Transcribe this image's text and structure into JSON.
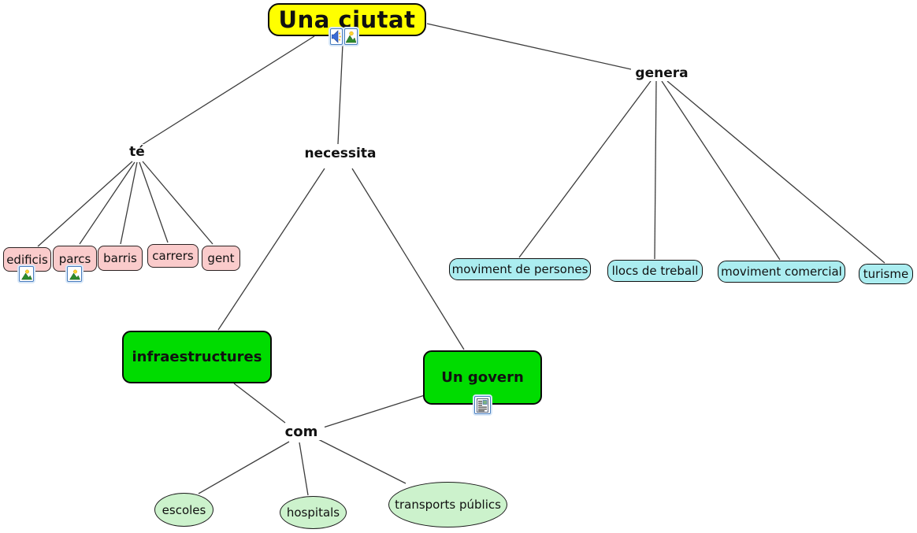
{
  "app": {
    "kind": "concept-map",
    "language": "ca",
    "background": "#FFFFFF"
  },
  "concepts": {
    "root": "Una ciutat",
    "pink": [
      "edificis",
      "parcs",
      "barris",
      "carrers",
      "gent"
    ],
    "cyan": [
      "moviment de persones",
      "llocs de treball",
      "moviment comercial",
      "turisme"
    ],
    "green": [
      "infraestructures",
      "Un govern"
    ],
    "ellipse": [
      "escoles",
      "hospitals",
      "transports públics"
    ]
  },
  "links": {
    "te": "té",
    "necessita": "necessita",
    "genera": "genera",
    "com": "com"
  },
  "edges": [
    {
      "from": "Una ciutat",
      "via": "té",
      "to": [
        "edificis",
        "parcs",
        "barris",
        "carrers",
        "gent"
      ]
    },
    {
      "from": "Una ciutat",
      "via": "necessita",
      "to": [
        "infraestructures",
        "Un govern"
      ]
    },
    {
      "from": "Una ciutat",
      "via": "genera",
      "to": [
        "moviment de persones",
        "llocs de treball",
        "moviment comercial",
        "turisme"
      ]
    },
    {
      "from": "infraestructures / Un govern",
      "via": "com",
      "to": [
        "escoles",
        "hospitals",
        "transports públics"
      ]
    }
  ],
  "icons": {
    "root_audio": "speaker-icon",
    "root_image": "picture-icon",
    "edificis_image": "picture-icon",
    "parcs_image": "picture-icon",
    "govern_document": "document-icon"
  },
  "colors": {
    "root_fill": "#FFFF00",
    "pink_fill": "#FACBCB",
    "cyan_fill": "#ABEDF0",
    "green_fill": "#00DC00",
    "ellipse_fill": "#CCF2CC",
    "connector": "#3C3C3C",
    "icon_border": "#4A7EBF"
  }
}
